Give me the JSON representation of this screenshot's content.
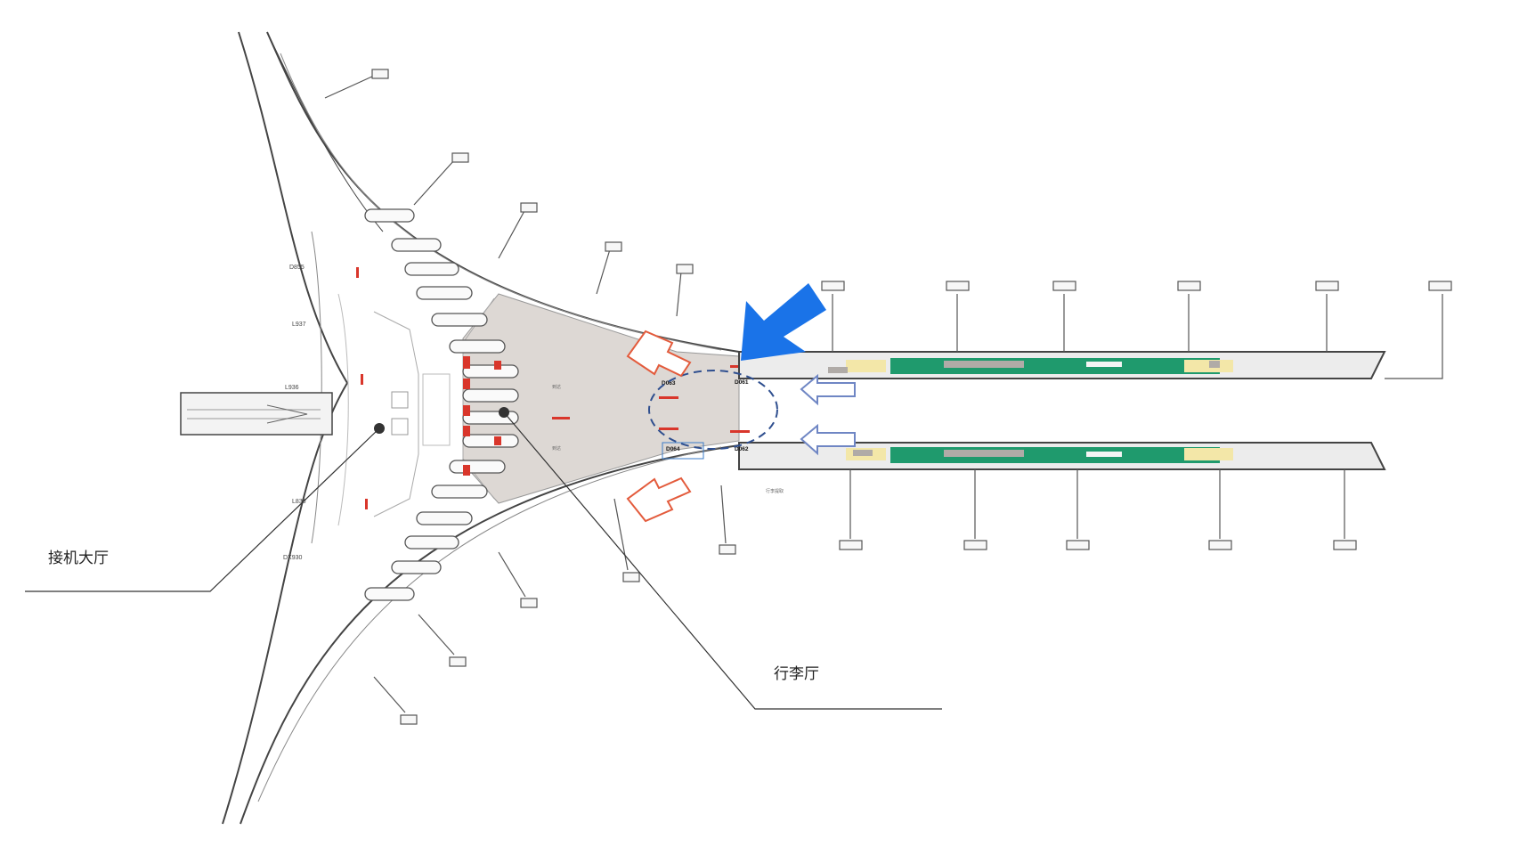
{
  "labels": {
    "arrival_hall": "接机大厅",
    "baggage_hall": "行李厅"
  },
  "gate_codes": {
    "upper_left": "D063",
    "upper_right": "D061",
    "lower_left": "D064",
    "lower_right": "D062"
  },
  "west_pier_labels": [
    "D855",
    "L937",
    "L936",
    "L835",
    "DX930"
  ],
  "colors": {
    "pier_green": "#1f9a6d",
    "pier_yellow": "#f3e7a8",
    "floor_gray": "#ddd8d4",
    "outline": "#444444",
    "big_arrow_blue": "#1a73e8",
    "flow_arrow_red": "#e35b3c",
    "flow_arrow_blue": "#6f86c4",
    "dashed_circle": "#2f4f8f"
  }
}
